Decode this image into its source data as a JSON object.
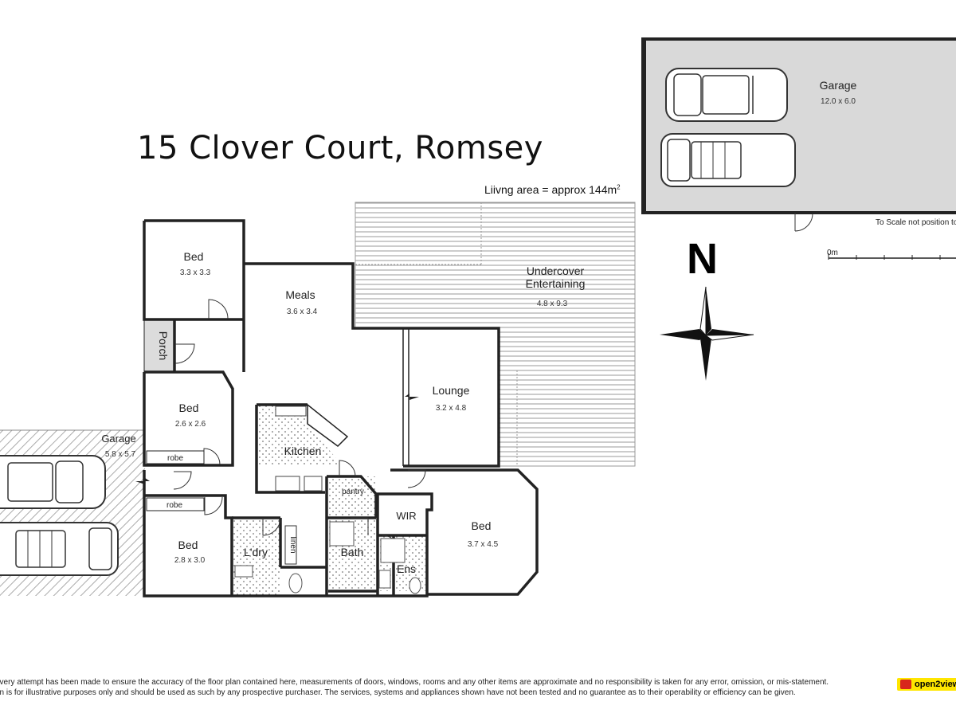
{
  "title": "15 Clover Court, Romsey",
  "living_area": {
    "text": "Liivng area = approx 144m",
    "superscript": "2"
  },
  "scale_note": "To Scale not position to",
  "scale_zero": "0m",
  "north_label": "N",
  "rooms": {
    "bed1": {
      "name": "Bed",
      "dims": "3.3 x 3.3"
    },
    "porch": {
      "name": "Porch"
    },
    "meals": {
      "name": "Meals",
      "dims": "3.6 x 3.4"
    },
    "undercover": {
      "name_line1": "Undercover",
      "name_line2": "Entertaining",
      "dims": "4.8 x 9.3"
    },
    "bed2": {
      "name": "Bed",
      "dims": "2.6 x 2.6"
    },
    "robe1": {
      "name": "robe"
    },
    "garage_left": {
      "name": "Garage",
      "dims": "5.8 x 5.7"
    },
    "kitchen": {
      "name": "Kitchen"
    },
    "lounge": {
      "name": "Lounge",
      "dims": "3.2 x 4.8"
    },
    "pantry": {
      "name": "pantry"
    },
    "wir": {
      "name": "WIR"
    },
    "bed_main": {
      "name": "Bed",
      "dims": "3.7 x 4.5"
    },
    "robe2": {
      "name": "robe"
    },
    "bed3": {
      "name": "Bed",
      "dims": "2.8 x 3.0"
    },
    "laundry": {
      "name": "L'dry"
    },
    "linen": {
      "name": "linen"
    },
    "bath": {
      "name": "Bath"
    },
    "ens": {
      "name": "Ens"
    },
    "garage_right": {
      "name": "Garage",
      "dims": "12.0 x 6.0"
    }
  },
  "disclaimer_line1": "every attempt has been made to ensure the accuracy of the floor plan contained here, measurements of doors, windows, rooms and any other items are approximate and no responsibility is taken for any error, omission, or mis-statement.",
  "disclaimer_line2": "an is for illustrative purposes only and should be used as such by any prospective purchaser. The services, systems and appliances shown have not been tested and no guarantee as to their operability or efficiency can be given.",
  "brand": "open2view",
  "colors": {
    "wall": "#222222",
    "garage_fill": "#d9d9d9",
    "deck_line": "#9a9a9a",
    "brand_yellow": "#ffe600",
    "brand_red": "#d8261c"
  }
}
